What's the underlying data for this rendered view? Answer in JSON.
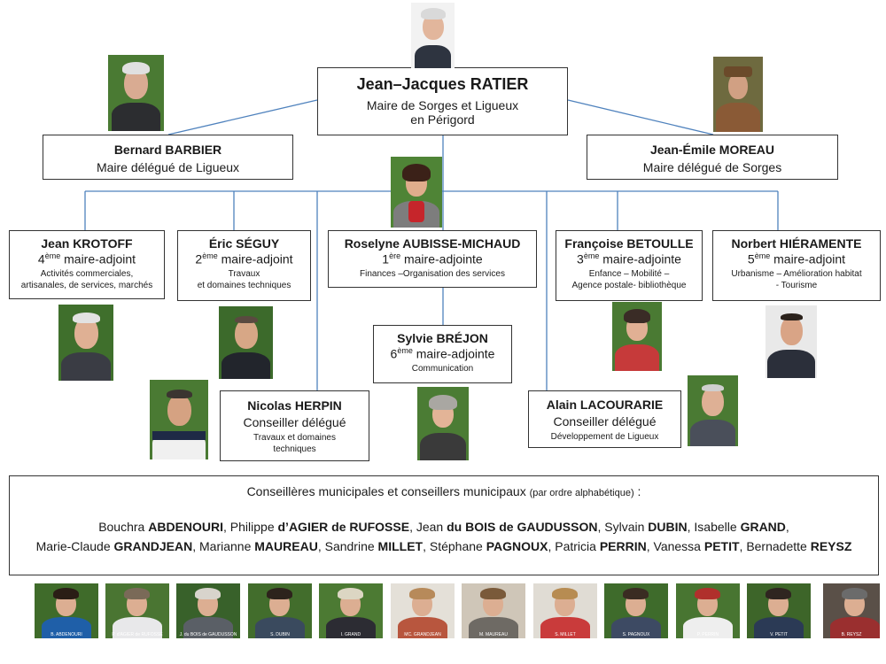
{
  "mayor": {
    "name": "Jean–Jacques RATIER",
    "role": "Maire de Sorges et Ligueux",
    "role2": "en Périgord"
  },
  "deleg_left": {
    "name": "Bernard BARBIER",
    "role": "Maire délégué de Ligueux"
  },
  "deleg_right": {
    "name": "Jean-Émile MOREAU",
    "role": "Maire délégué de Sorges"
  },
  "adj1": {
    "name": "Roselyne AUBISSE-MICHAUD",
    "num": "1",
    "sup": "ère",
    "role": " maire-adjointe",
    "desc": "Finances –Organisation des services"
  },
  "adj2": {
    "name": "Éric SÉGUY",
    "num": "2",
    "sup": "ème",
    "role": " maire-adjoint",
    "desc1": "Travaux",
    "desc2": "et domaines techniques"
  },
  "adj3": {
    "name": "Françoise BETOULLE",
    "num": "3",
    "sup": "ème",
    "role": " maire-adjointe",
    "desc1": "Enfance – Mobilité –",
    "desc2": "Agence postale- bibliothèque"
  },
  "adj4": {
    "name": "Jean KROTOFF",
    "num": "4",
    "sup": "ème",
    "role": " maire-adjoint",
    "desc1": "Activités commerciales,",
    "desc2": "artisanales, de services, marchés"
  },
  "adj5": {
    "name": "Norbert HIÉRAMENTE",
    "num": "5",
    "sup": "ème",
    "role": " maire-adjoint",
    "desc1": "Urbanisme – Amélioration habitat",
    "desc2": "- Tourisme"
  },
  "adj6": {
    "name": "Sylvie BRÉJON",
    "num": "6",
    "sup": "ème",
    "role": " maire-adjointe",
    "desc": "Communication"
  },
  "cons_herpin": {
    "name": "Nicolas HERPIN",
    "role": "Conseiller délégué",
    "desc1": "Travaux et domaines",
    "desc2": "techniques"
  },
  "cons_lacourarie": {
    "name": "Alain LACOURARIE",
    "role": "Conseiller délégué",
    "desc": "Développement de Ligueux"
  },
  "council": {
    "title": "Conseillères municipales et conseillers municipaux",
    "note": "(par ordre alphabétique)",
    "colon": " :",
    "line1": [
      {
        "first": "Bouchra ",
        "last": "ABDENOURI",
        "sep": ", "
      },
      {
        "first": "Philippe ",
        "last": "d’AGIER de RUFOSSE",
        "sep": ", "
      },
      {
        "first": "Jean ",
        "last": "du BOIS de GAUDUSSON",
        "sep": ", "
      },
      {
        "first": "Sylvain ",
        "last": "DUBIN",
        "sep": ", "
      },
      {
        "first": "Isabelle ",
        "last": "GRAND",
        "sep": ","
      }
    ],
    "line2": [
      {
        "first": "Marie-Claude ",
        "last": "GRANDJEAN",
        "sep": ", "
      },
      {
        "first": "Marianne ",
        "last": "MAUREAU",
        "sep": ", "
      },
      {
        "first": "Sandrine ",
        "last": "MILLET",
        "sep": ", "
      },
      {
        "first": "Stéphane ",
        "last": "PAGNOUX",
        "sep": ", "
      },
      {
        "first": "Patricia ",
        "last": "PERRIN",
        "sep": ", "
      },
      {
        "first": "Vanessa ",
        "last": "PETIT",
        "sep": ", "
      },
      {
        "first": "Bernadette ",
        "last": "REYSZ",
        "sep": ""
      }
    ]
  },
  "thumbs": [
    {
      "label": "B. ABDENOURI",
      "hair": "#2a1d15",
      "bg": "#3f6b2a",
      "shirt": "#1f5fa8"
    },
    {
      "label": "P. d'AGIER de RUFOSSE",
      "hair": "#7a6a58",
      "bg": "#4a7532",
      "shirt": "#e8e8ea"
    },
    {
      "label": "J. du BOIS de GAUDUSSON",
      "hair": "#d8d4cc",
      "bg": "#38612a",
      "shirt": "#5a5f66"
    },
    {
      "label": "S. DUBIN",
      "hair": "#2d231c",
      "bg": "#426d2c",
      "shirt": "#3a4a5e"
    },
    {
      "label": "I. GRAND",
      "hair": "#dcd6c3",
      "bg": "#4c7a33",
      "shirt": "#2c2c33"
    },
    {
      "label": "MC. GRANDJEAN",
      "hair": "#b78a5a",
      "bg": "#e4e0d8",
      "shirt": "#b8563e"
    },
    {
      "label": "M. MAUREAU",
      "hair": "#7a5a3a",
      "bg": "#cfc6b8",
      "shirt": "#6e6a64"
    },
    {
      "label": "S. MILLET",
      "hair": "#b78c52",
      "bg": "#e0dcd4",
      "shirt": "#c93b3b"
    },
    {
      "label": "S. PAGNOUX",
      "hair": "#3a2c22",
      "bg": "#3e6b2b",
      "shirt": "#3d4a63"
    },
    {
      "label": "P. PERRIN",
      "hair": "#b0302c",
      "bg": "#487531",
      "shirt": "#eeeeee"
    },
    {
      "label": "V. PETIT",
      "hair": "#2f2520",
      "bg": "#3d6529",
      "shirt": "#2b3a55"
    },
    {
      "label": "B. REYSZ",
      "hair": "#6b6b6b",
      "bg": "#5a5048",
      "shirt": "#9a2f2f"
    }
  ]
}
